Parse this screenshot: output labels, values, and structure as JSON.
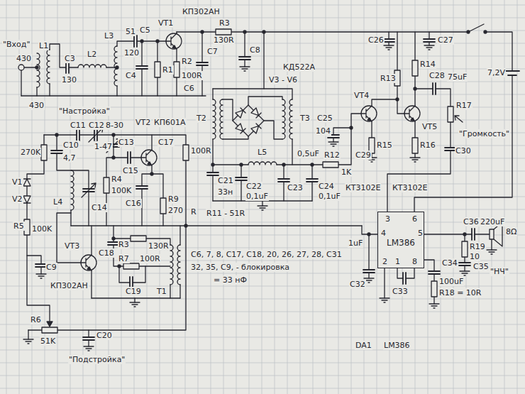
{
  "diagram": {
    "nodes": [
      {
        "text": [
          "LM386"
        ]
      }
    ],
    "labels": [
      "\"Вход\"",
      "430",
      "L1",
      "430",
      "C3",
      "130",
      "L2",
      "L3",
      "51",
      "C5",
      "120",
      "C4",
      "R1",
      "VT1",
      "КП302АН",
      "R3",
      "130R",
      "R2",
      "100R",
      "C7",
      "C6",
      "C8",
      "V3 - V6",
      "КД522А",
      "T2",
      "T3",
      "\"Настройка\"",
      "C11",
      "C12",
      "8-30",
      "1-47",
      "C13",
      "VT2",
      "КП601А",
      "C15",
      "C17",
      "100R",
      "270K",
      "C10",
      "4,7",
      "V1",
      "V2",
      "R5",
      "100K",
      "C9",
      "R4",
      "C14",
      "100K",
      "C16",
      "R9",
      "270",
      "R",
      "L4",
      "VT3",
      "R3",
      "130R",
      "C18",
      "R7",
      "100R",
      "C19",
      "T1",
      "КП302АН",
      "R6",
      "51K",
      "C20",
      "\"Подстройка\"",
      "C21",
      "33н",
      "L5",
      "C22",
      "0,1uF",
      "C23",
      "0,5uF",
      "C24",
      "0,1uF",
      "R12",
      "1K",
      "R11 - 51R",
      "C6, 7, 8, C17, C18, 20, 26, 27, 28, C31",
      "32, 35, C9, - блокировка",
      "= 33 нФ",
      "C26",
      "C27",
      "R13",
      "R14",
      "C28",
      "75uF",
      "7,2V",
      "C25",
      "104",
      "VT4",
      "VT5",
      "R17",
      "R15",
      "R16",
      "C29",
      "\"Громкость\"",
      "C30",
      "КТ3102Е",
      "КТ3102Е",
      "C33",
      "1uF",
      "3",
      "6",
      "4",
      "5",
      "2",
      "1",
      "8",
      "C32",
      "C34",
      "100uF",
      "R18 = 10R",
      "R19",
      "10",
      "C35",
      "C36",
      "220uF",
      "8Ω",
      "\"НЧ\"",
      "DA1",
      "LM386"
    ]
  }
}
